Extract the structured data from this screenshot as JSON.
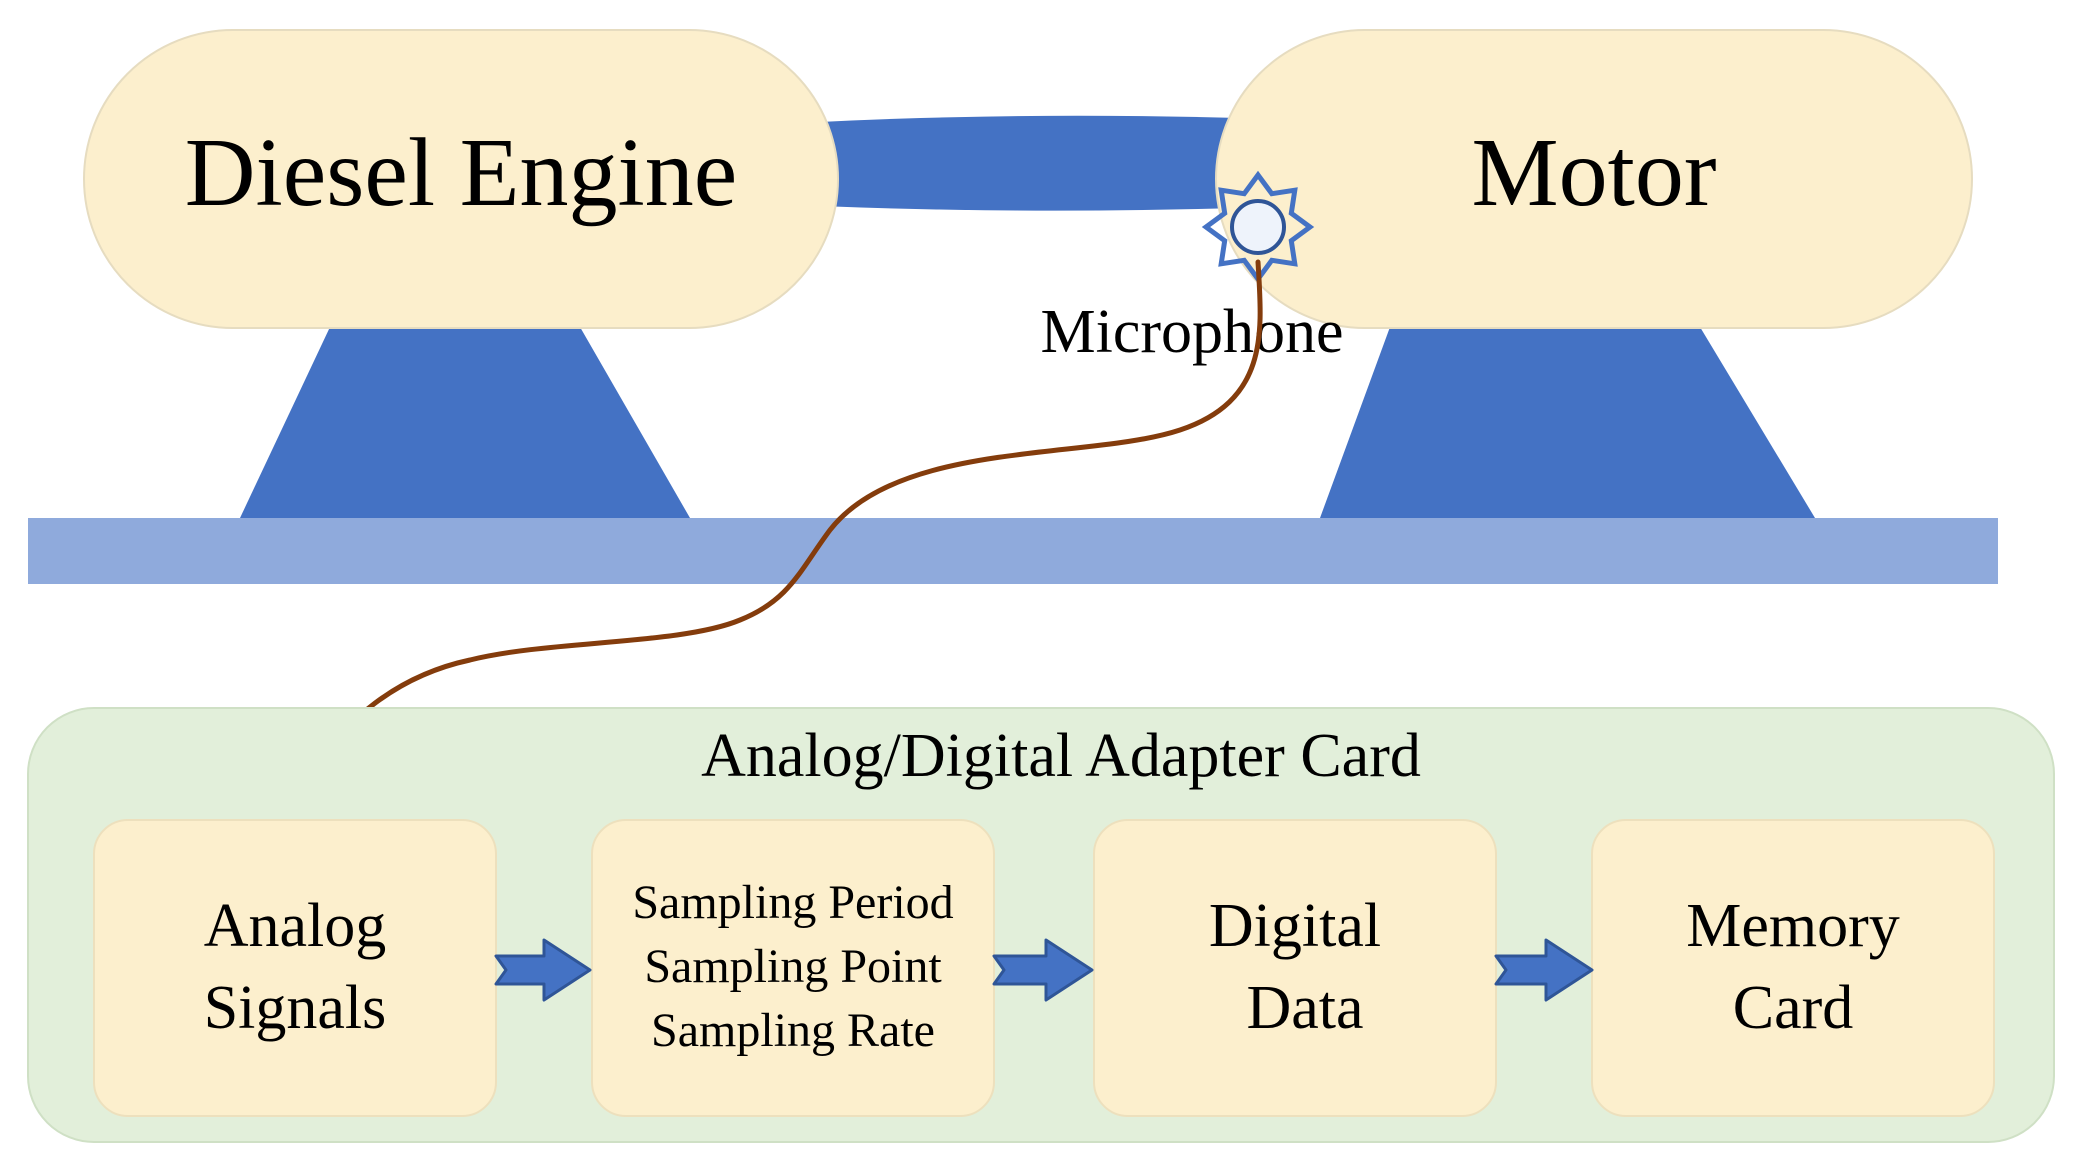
{
  "machines": {
    "engine": {
      "label": "Diesel Engine"
    },
    "motor": {
      "label": "Motor"
    },
    "microphone": {
      "label": "Microphone",
      "icon": "microphone-sensor-icon"
    }
  },
  "adapter_card": {
    "title": "Analog/Digital Adapter Card",
    "blocks": [
      {
        "lines": [
          "Analog",
          "Signals"
        ]
      },
      {
        "lines": [
          "Sampling Period",
          "Sampling Point",
          "Sampling Rate"
        ]
      },
      {
        "lines": [
          "Digital",
          "Data"
        ]
      },
      {
        "lines": [
          "Memory",
          "Card"
        ]
      }
    ]
  },
  "colors": {
    "machine_fill": "#fcefcd",
    "machine_stroke": "#e6dcc0",
    "structure_blue": "#4472c4",
    "base_blue": "#8faadc",
    "card_green": "#e2efda",
    "card_stroke": "#cfe0c5",
    "block_fill": "#fcefcd",
    "block_stroke": "#ede0bd",
    "cable_brown": "#843c0c",
    "arrow_blue": "#2f5597",
    "mic_fill": "#eef3fb",
    "mic_stroke": "#2f5597"
  }
}
